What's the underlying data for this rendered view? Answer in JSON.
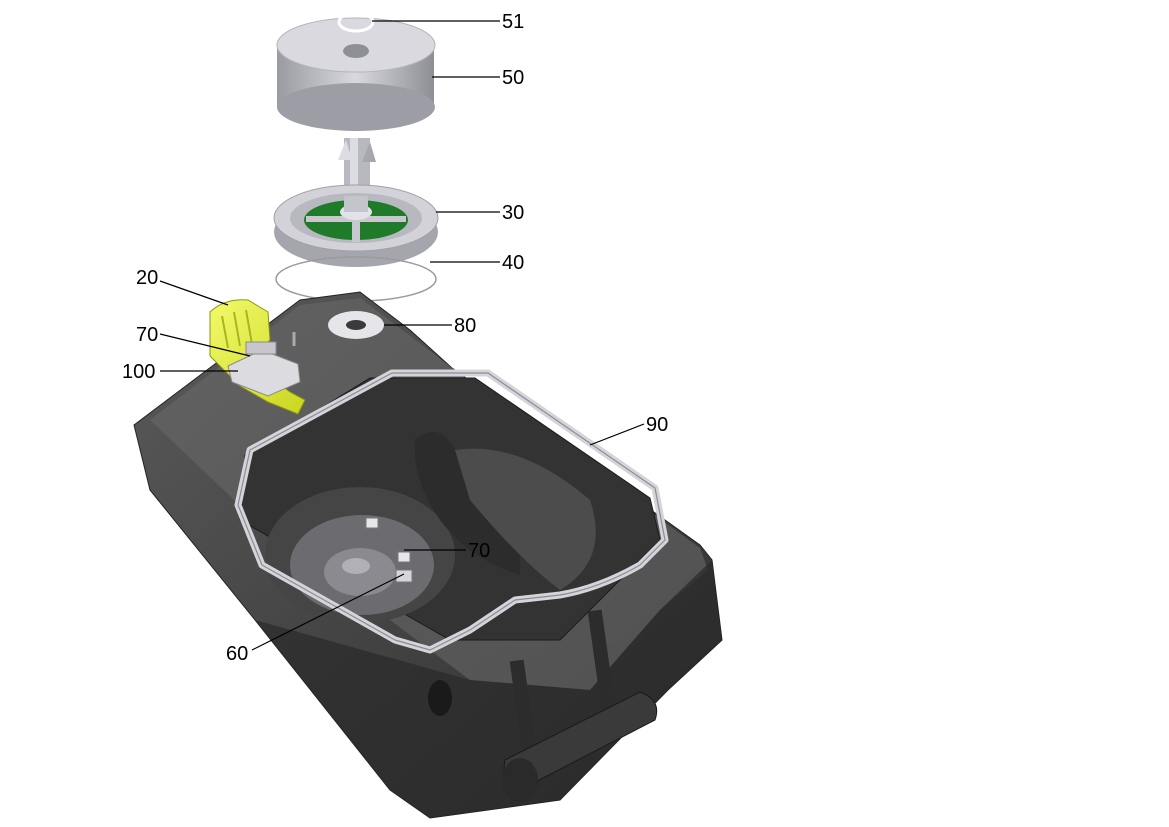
{
  "labels": {
    "l51": "51",
    "l50": "50",
    "l30": "30",
    "l40": "40",
    "l20": "20",
    "l80": "80",
    "l70a": "70",
    "l100": "100",
    "l90": "90",
    "l70b": "70",
    "l60": "60"
  },
  "colors": {
    "housing": "#3c3c3c",
    "housing_light": "#5a5a5a",
    "metal": "#c6c6cc",
    "yellow": "#e6f23a",
    "green": "#1f7a2a"
  }
}
